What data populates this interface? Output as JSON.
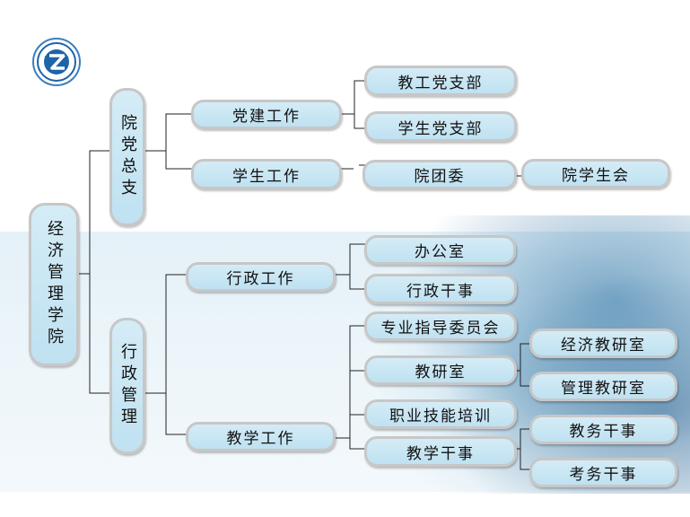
{
  "logo": {
    "icon": "university-emblem-icon",
    "color": "#1f63a8"
  },
  "tree": {
    "root": "经济管理学院",
    "party": {
      "label": "院党总支",
      "party_building": {
        "label": "党建工作",
        "children": [
          "教工党支部",
          "学生党支部"
        ]
      },
      "student_work": {
        "label": "学生工作",
        "youth_league": "院团委",
        "student_union": "院学生会"
      }
    },
    "admin": {
      "label": "行政管理",
      "administration": {
        "label": "行政工作",
        "children": [
          "办公室",
          "行政干事"
        ]
      },
      "teaching": {
        "label": "教学工作",
        "committee": "专业指导委员会",
        "research": {
          "label": "教研室",
          "children": [
            "经济教研室",
            "管理教研室"
          ]
        },
        "training": "职业技能培训",
        "affairs": {
          "label": "教学干事",
          "children": [
            "教务干事",
            "考务干事"
          ]
        }
      }
    }
  }
}
